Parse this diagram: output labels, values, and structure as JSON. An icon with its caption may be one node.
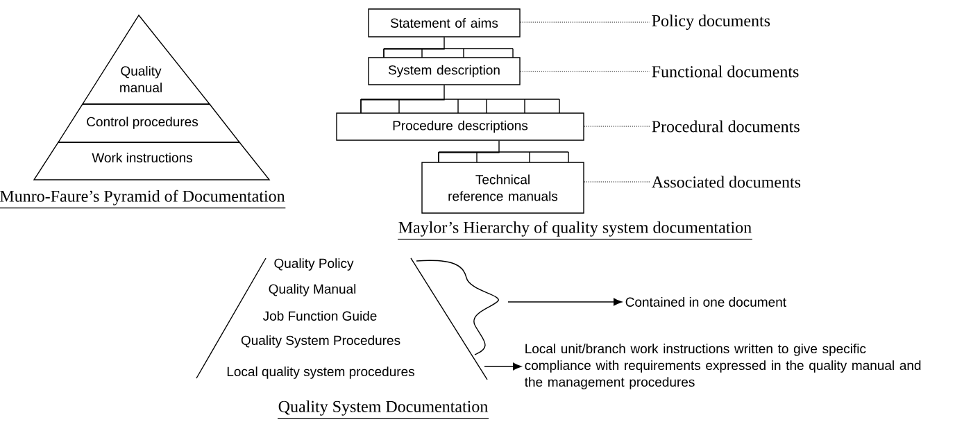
{
  "diagram": {
    "nodes": [
      {
        "text": [
          "Quality manual"
        ]
      },
      {
        "text": [
          "Control procedures"
        ]
      },
      {
        "text": [
          "Work instructions"
        ]
      },
      {
        "text": [
          "Statement of aims"
        ]
      },
      {
        "text": [
          "System description"
        ]
      },
      {
        "text": [
          "Procedure descriptions"
        ]
      },
      {
        "text": [
          "Technical reference manuals"
        ]
      },
      {
        "text": [
          "Policy documents"
        ]
      },
      {
        "text": [
          "Functional documents"
        ]
      },
      {
        "text": [
          "Procedural documents"
        ]
      },
      {
        "text": [
          "Associated documents"
        ]
      },
      {
        "text": [
          "Contained in one document"
        ]
      },
      {
        "text": [
          "Local unit/branch work instructions written to give specific compliance with requirements expressed in the quality manual and the management procedures"
        ]
      }
    ],
    "edges": [
      {
        "from": 3,
        "to": 4,
        "arrow": "none"
      },
      {
        "from": 4,
        "to": 5,
        "arrow": "none"
      },
      {
        "from": 5,
        "to": 6,
        "arrow": "none"
      },
      {
        "from": 3,
        "to": 7,
        "arrow": "none",
        "style": "dashed"
      },
      {
        "from": 4,
        "to": 8,
        "arrow": "none",
        "style": "dashed"
      },
      {
        "from": 5,
        "to": 9,
        "arrow": "none",
        "style": "dashed"
      },
      {
        "from": 6,
        "to": 10,
        "arrow": "none",
        "style": "dashed"
      },
      {
        "from": null,
        "to": 11,
        "arrow": "to"
      },
      {
        "from": null,
        "to": 12,
        "arrow": "to"
      }
    ],
    "labels": [
      "Munro-Faure’s Pyramid of Documentation",
      "Maylor’s Hierarchy of quality system documentation",
      "Quality Policy",
      "Quality Manual",
      "Job Function Guide",
      "Quality System Procedures",
      "Local quality system procedures",
      "Quality System Documentation"
    ]
  }
}
